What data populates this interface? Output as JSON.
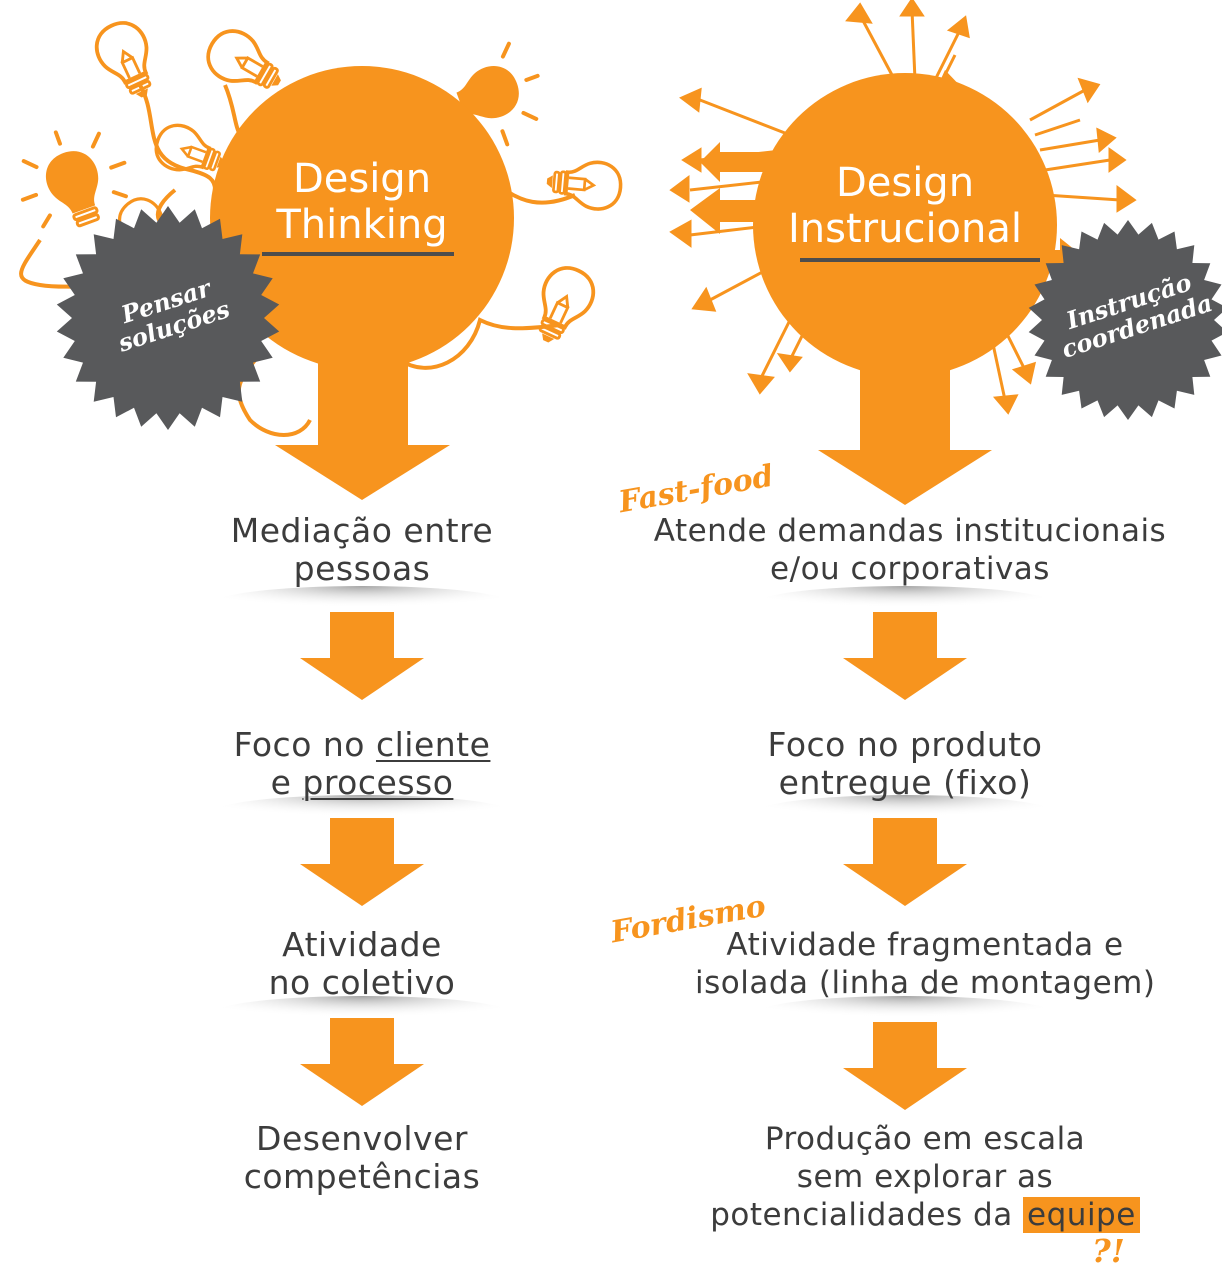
{
  "colors": {
    "orange": "#f7941e",
    "dark": "#58595b",
    "text": "#3c3c3c",
    "white": "#ffffff"
  },
  "left": {
    "title_line1": "Design",
    "title_line2": "Thinking",
    "badge_line1": "Pensar",
    "badge_line2": "soluções",
    "icon": "lightbulb-icon",
    "steps": [
      {
        "line1": "Mediação entre",
        "line2": "pessoas"
      },
      {
        "line1_a": "Foco no ",
        "line1_b": "cliente",
        "line2_a": "e ",
        "line2_b": "processo"
      },
      {
        "line1": "Atividade",
        "line2": "no coletivo"
      },
      {
        "line1": "Desenvolver",
        "line2": "competências"
      }
    ]
  },
  "right": {
    "title_line1": "Design",
    "title_line2": "Instrucional",
    "badge_line1": "Instrução",
    "badge_line2": "coordenada",
    "icon": "outward-arrows-icon",
    "note_fastfood": "Fast-food",
    "note_fordismo": "Fordismo",
    "steps": [
      {
        "line1": "Atende demandas institucionais",
        "line2": "e/ou corporativas"
      },
      {
        "line1": "Foco no produto",
        "line2": "entregue (fixo)"
      },
      {
        "line1": "Atividade fragmentada e",
        "line2": "isolada (linha de montagem)"
      },
      {
        "line1": "Produção em escala",
        "line2": "sem explorar as",
        "line3_a": "potencialidades da ",
        "line3_b": "equipe"
      }
    ],
    "exclaim": "?!"
  }
}
